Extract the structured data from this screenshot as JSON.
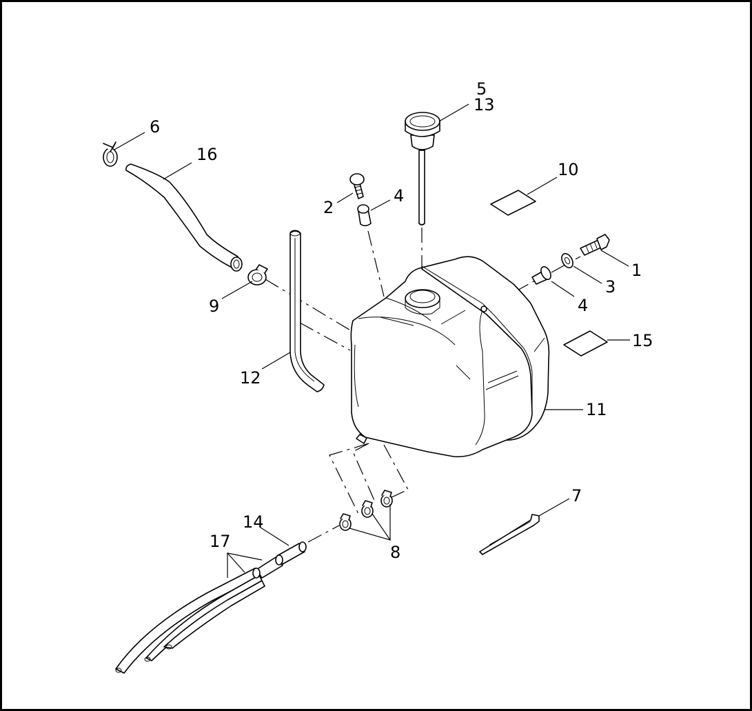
{
  "diagram": {
    "callouts": {
      "c1": "1",
      "c2": "2",
      "c3": "3",
      "c4a": "4",
      "c4b": "4",
      "c5": "5",
      "c13": "13",
      "c6": "6",
      "c16": "16",
      "c10": "10",
      "c9": "9",
      "c12": "12",
      "c15": "15",
      "c11": "11",
      "c7": "7",
      "c14": "14",
      "c17": "17",
      "c8": "8"
    }
  }
}
